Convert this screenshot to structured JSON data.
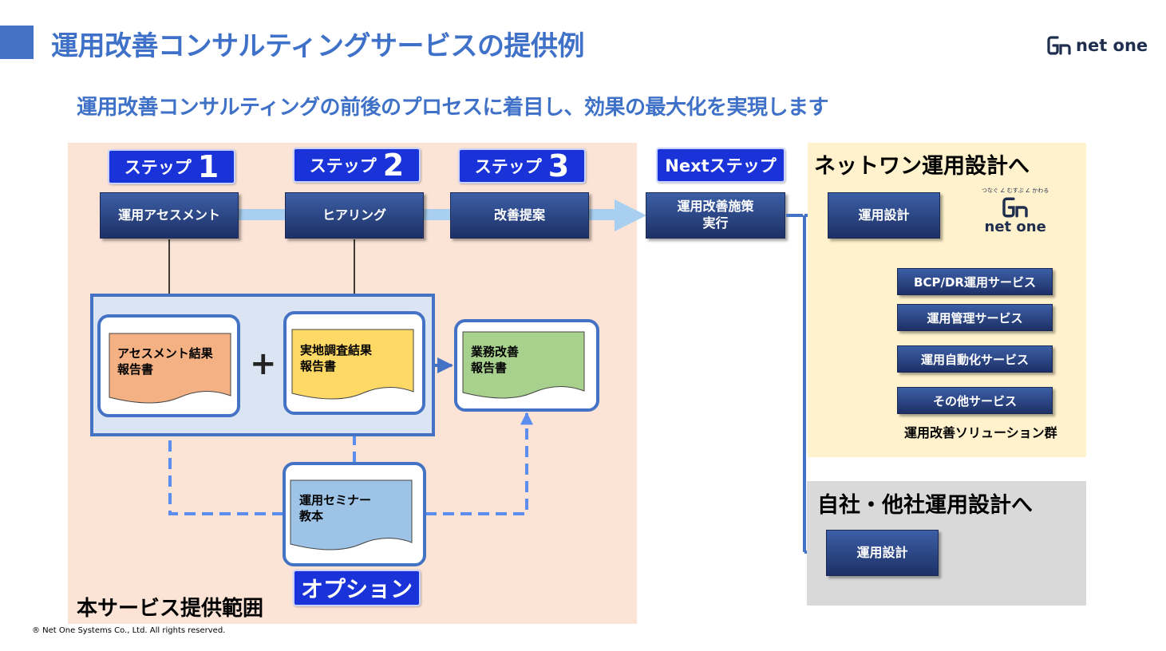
{
  "header": {
    "title": "運用改善コンサルティングサービスの提供例",
    "subtitle": "運用改善コンサルティングの前後のプロセスに着目し、効果の最大化を実現します",
    "brand": "net one"
  },
  "steps": [
    {
      "label": "ステップ",
      "num": "1",
      "process": "運用アセスメント"
    },
    {
      "label": "ステップ",
      "num": "2",
      "process": "ヒアリング"
    },
    {
      "label": "ステップ",
      "num": "3",
      "process": "改善提案"
    }
  ],
  "next_step": {
    "label": "Nextステップ",
    "process": "運用改善施策\n実行"
  },
  "documents": {
    "assessment": "アセスメント結果\n報告書",
    "survey": "実地調査結果\n報告書",
    "improvement": "業務改善\n報告書",
    "seminar": "運用セミナー\n教本"
  },
  "plus": "+",
  "option_label": "オプション",
  "scope_label": "本サービス提供範囲",
  "netone_panel": {
    "title": "ネットワン運用設計へ",
    "design": "運用設計",
    "logo_tagline": "つなぐ ∠ むすぶ ∠ かわる",
    "logo_name": "net one",
    "services": [
      "BCP/DR運用サービス",
      "運用管理サービス",
      "運用自動化サービス",
      "その他サービス"
    ],
    "group_label": "運用改善ソリューション群"
  },
  "other_panel": {
    "title": "自社・他社運用設計へ",
    "design": "運用設計"
  },
  "footer": {
    "copyright": "® Net One Systems Co., Ltd. All rights reserved."
  },
  "colors": {
    "accent": "#3e71c7",
    "badge": "#1a33d9",
    "scope_bg": "#fbe3d6",
    "doc_orange": "#f4b183",
    "doc_yellow": "#ffd966",
    "doc_green": "#a9d18e",
    "doc_blue": "#9dc3e6"
  }
}
